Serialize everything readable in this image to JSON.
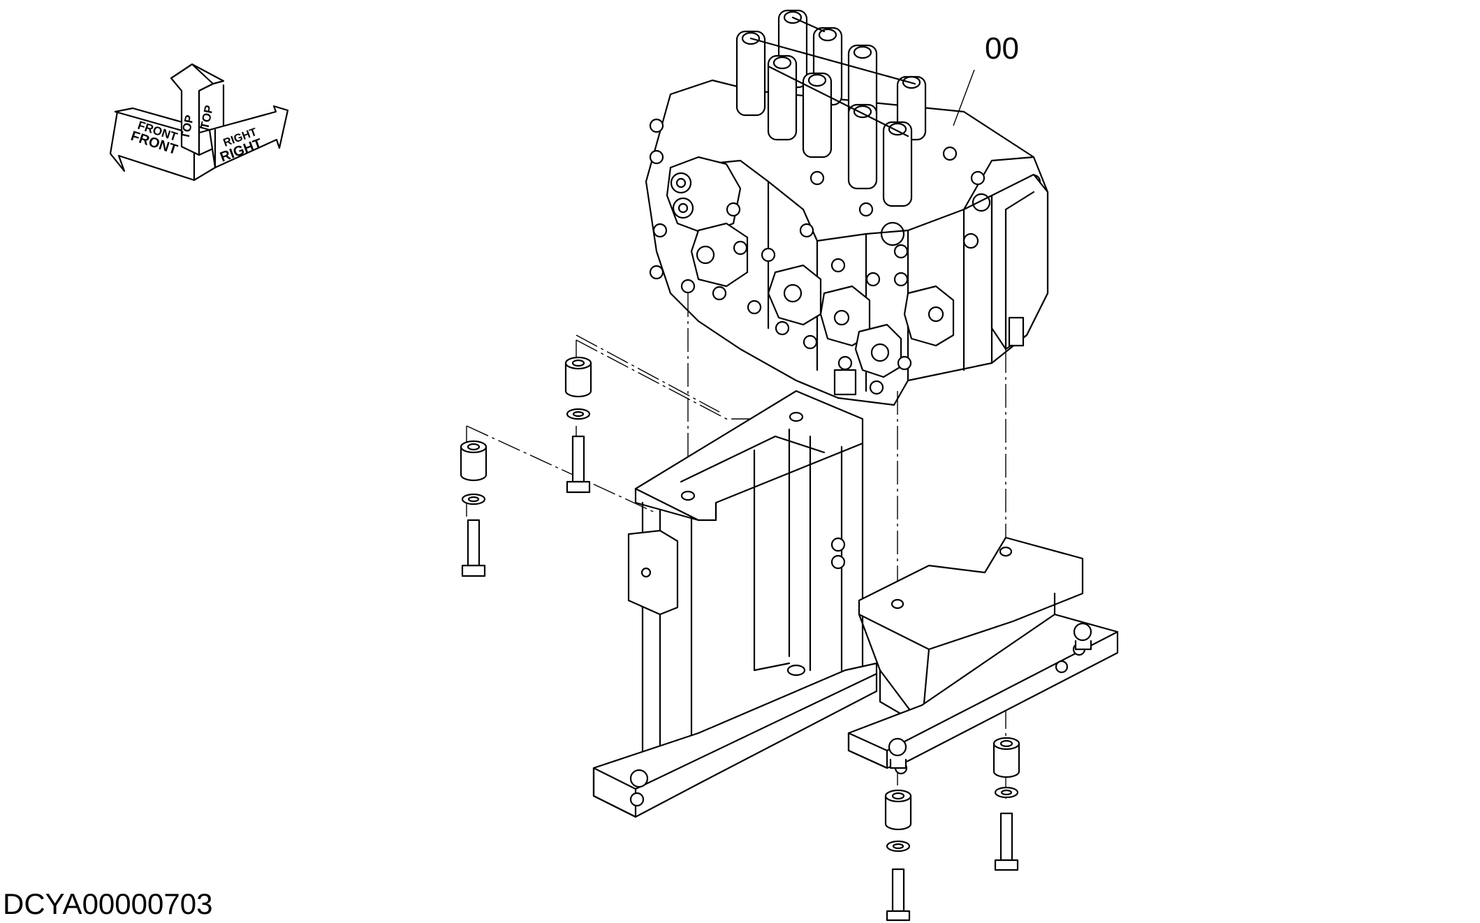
{
  "diagram": {
    "orientation": {
      "front_label": "FRONT",
      "top_label": "TOP",
      "right_label": "RIGHT"
    },
    "callout_label": "00",
    "drawing_code": "DCYA00000703"
  }
}
